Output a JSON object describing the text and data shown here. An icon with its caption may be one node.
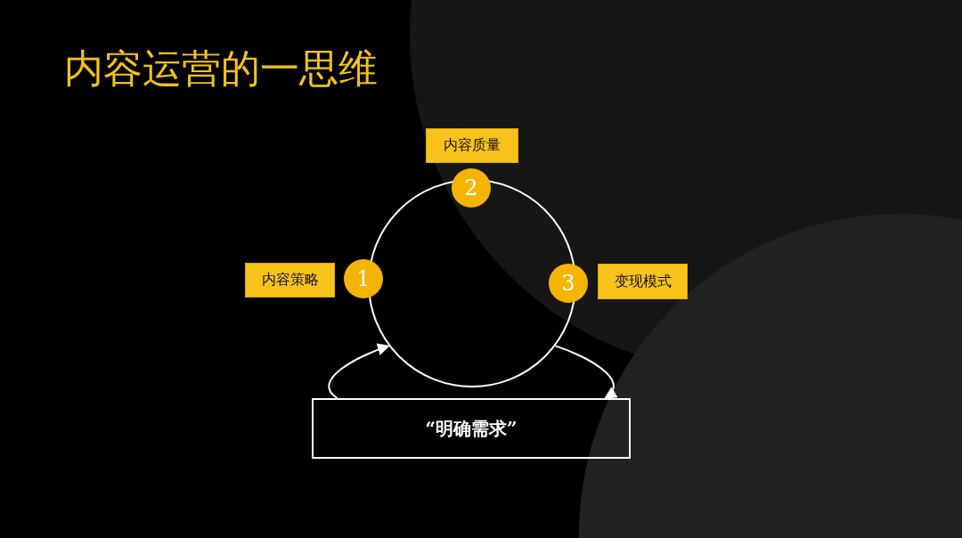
{
  "diagram": {
    "title": "内容运营的一思维",
    "nodes": [
      {
        "text": [],
        "shape": "circle"
      },
      {
        "text": [
          "内容质量"
        ]
      },
      {
        "text": [
          "2"
        ]
      },
      {
        "text": [
          "内容策略"
        ]
      },
      {
        "text": [
          "1"
        ]
      },
      {
        "text": [
          "3"
        ]
      },
      {
        "text": [
          "变现模式"
        ]
      },
      {
        "text": [
          "“明确需求”"
        ]
      }
    ],
    "edges": [
      {
        "from": 7,
        "to": 0,
        "arrow": "to"
      },
      {
        "from": 0,
        "to": 7,
        "arrow": "to"
      }
    ]
  }
}
